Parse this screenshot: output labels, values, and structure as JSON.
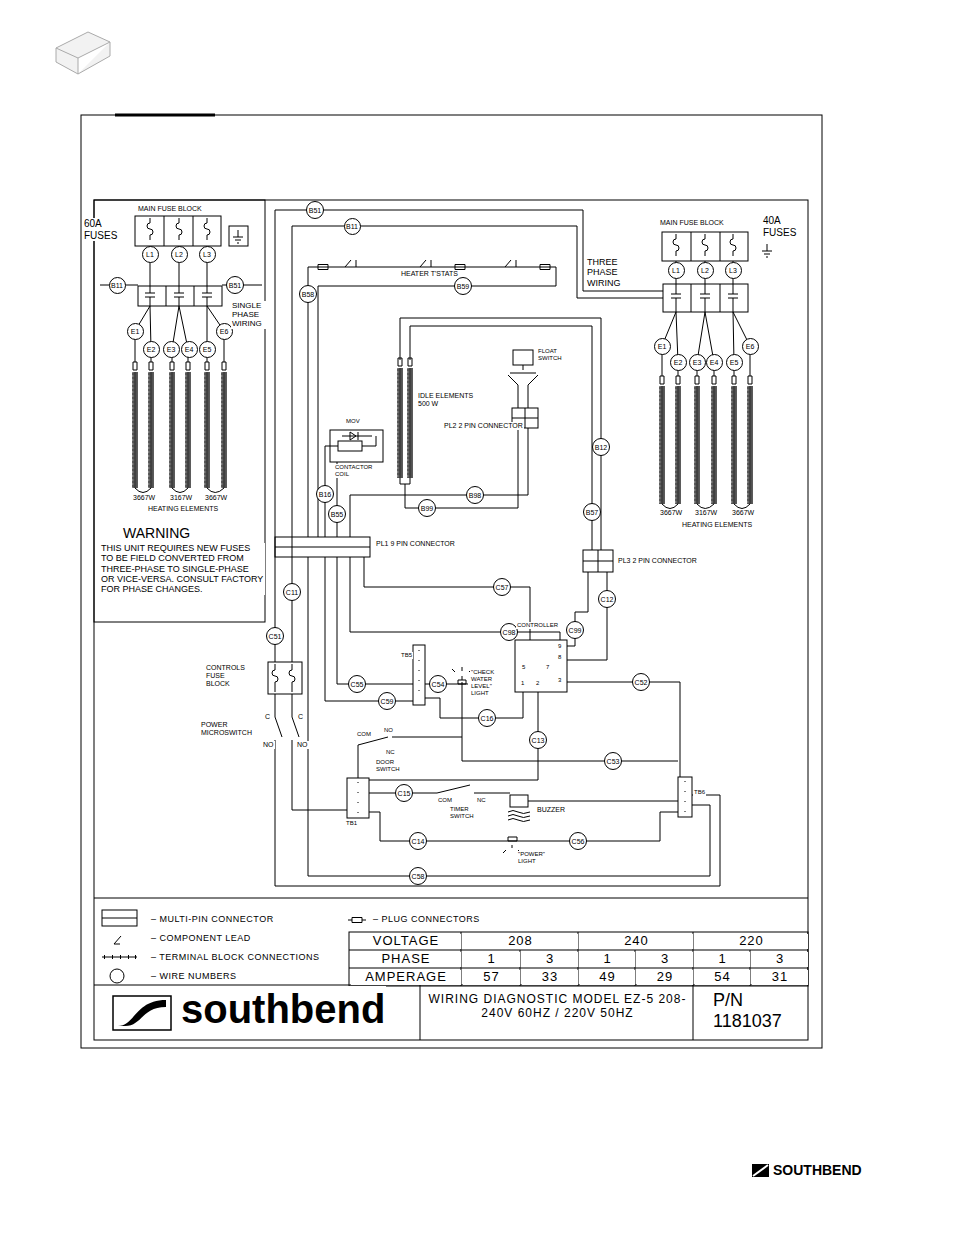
{
  "diagram": {
    "nodes": [
      {
        "text": [
          "B51"
        ]
      },
      {
        "text": [
          "B11"
        ]
      },
      {
        "text": [
          "L1"
        ]
      },
      {
        "text": [
          "L2"
        ]
      },
      {
        "text": [
          "L3"
        ]
      },
      {
        "text": [
          "L1"
        ]
      },
      {
        "text": [
          "L2"
        ]
      },
      {
        "text": [
          "L3"
        ]
      },
      {
        "text": [
          "B11"
        ]
      },
      {
        "text": [
          "B51"
        ]
      },
      {
        "text": [
          "B59"
        ]
      },
      {
        "text": [
          "B58"
        ]
      },
      {
        "text": [
          "E1"
        ]
      },
      {
        "text": [
          "E6"
        ]
      },
      {
        "text": [
          "E1"
        ]
      },
      {
        "text": [
          "E6"
        ]
      },
      {
        "text": [
          "E2"
        ]
      },
      {
        "text": [
          "E3"
        ]
      },
      {
        "text": [
          "E4"
        ]
      },
      {
        "text": [
          "E5"
        ]
      },
      {
        "text": [
          "E2"
        ]
      },
      {
        "text": [
          "E3"
        ]
      },
      {
        "text": [
          "E4"
        ]
      },
      {
        "text": [
          "E5"
        ]
      },
      {
        "text": [
          "B12"
        ]
      },
      {
        "text": [
          "B16"
        ]
      },
      {
        "text": [
          "B98"
        ]
      },
      {
        "text": [
          "B99"
        ]
      },
      {
        "text": [
          "B57"
        ]
      },
      {
        "text": [
          "B55"
        ]
      },
      {
        "text": [
          "C57"
        ]
      },
      {
        "text": [
          "C11"
        ]
      },
      {
        "text": [
          "C12"
        ]
      },
      {
        "text": [
          "C99"
        ]
      },
      {
        "text": [
          "C98"
        ]
      },
      {
        "text": [
          "C51"
        ]
      },
      {
        "text": [
          "C52"
        ]
      },
      {
        "text": [
          "C55"
        ]
      },
      {
        "text": [
          "C54"
        ]
      },
      {
        "text": [
          "C59"
        ]
      },
      {
        "text": [
          "C16"
        ]
      },
      {
        "text": [
          "C13"
        ]
      },
      {
        "text": [
          "C53"
        ]
      },
      {
        "text": [
          "C15"
        ]
      },
      {
        "text": [
          "C14"
        ]
      },
      {
        "text": [
          "C56"
        ]
      },
      {
        "text": [
          "C58"
        ]
      }
    ],
    "labels": [
      "MAIN FUSE BLOCK",
      "60A FUSES",
      "SINGLE PHASE WIRING",
      "3667W",
      "3167W",
      "3667W",
      "HEATING ELEMENTS",
      "WARNING",
      "THIS UNIT REQUIRES NEW FUSES TO BE FIELD CONVERTED FROM THREE-PHASE TO SINGLE-PHASE OR VICE-VERSA. CONSULT FACTORY FOR PHASE CHANGES.",
      "MAIN FUSE BLOCK",
      "40A FUSES",
      "THREE PHASE WIRING",
      "3667W",
      "3167W",
      "3667W",
      "HEATING ELEMENTS",
      "HEATER T'STATS",
      "IDLE ELEMENTS 500 W",
      "FLOAT SWITCH",
      "PL2 2 PIN CONNECTOR",
      "MOV",
      "CONTACTOR COIL",
      "PL1 9 PIN CONNECTOR",
      "PL3 2 PIN CONNECTOR",
      "CONTROLLER",
      "9",
      "8",
      "5",
      "7",
      "1",
      "2",
      "3",
      "TB5",
      "\"CHECK WATER LEVEL\" LIGHT",
      "CONTROLS FUSE BLOCK",
      "POWER MICROSWITCH",
      "C",
      "C",
      "NO",
      "NO",
      "COM",
      "NO",
      "NC",
      "DOOR SWITCH",
      "TB1",
      "COM",
      "NC",
      "TIMER SWITCH",
      "BUZZER",
      "TB6",
      "\"POWER\" LIGHT",
      "VOLTAGE",
      "208",
      "240",
      "220",
      "PHASE",
      "1",
      "3",
      "1",
      "3",
      "1",
      "3",
      "AMPERAGE",
      "57",
      "33",
      "49",
      "29",
      "54",
      "31",
      "WIRING DIAGNOSTIC MODEL EZ-5 208-240V 60HZ / 220V 50HZ",
      "P/N 1181037",
      "southbend",
      "SOUTHBEND"
    ],
    "legend": [
      {
        "text": "– MULTI-PIN CONNECTOR"
      },
      {
        "text": "– COMPONENT LEAD"
      },
      {
        "text": "– TERMINAL BLOCK CONNECTIONS"
      },
      {
        "text": "– WIRE NUMBERS"
      },
      {
        "text": "– PLUG CONNECTORS"
      }
    ]
  }
}
